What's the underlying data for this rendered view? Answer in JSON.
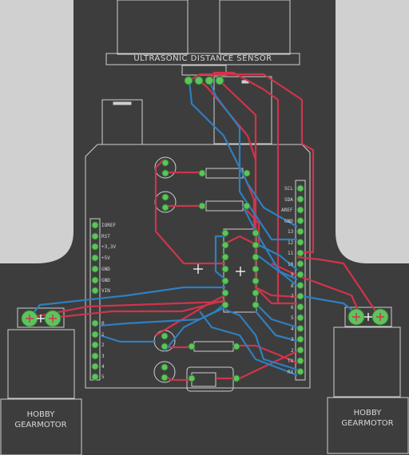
{
  "sensor": {
    "title": "ULTRASONIC DISTANCE SENSOR"
  },
  "motors": {
    "left": {
      "line1": "HOBBY",
      "line2": "GEARMOTOR"
    },
    "right": {
      "line1": "HOBBY",
      "line2": "GEARMOTOR"
    }
  },
  "header_left": {
    "pins": [
      "IOREF",
      "RST",
      "+3,3V",
      "+5V",
      "GND",
      "GND",
      "VIN",
      "0",
      "1",
      "2",
      "3",
      "4",
      "5"
    ]
  },
  "header_right": {
    "pins": [
      "SCL",
      "SDA",
      "AREF",
      "GND",
      "13",
      "12",
      "11",
      "10",
      "9",
      "8",
      "7",
      "6",
      "5",
      "4",
      "3",
      "2",
      "TX",
      "RX"
    ]
  },
  "colors": {
    "board": "#3d3d3d",
    "top_trace": "#d0344c",
    "bottom_trace": "#2f7fc0",
    "pad": "#5ec35e",
    "silk": "#d8d8d8"
  }
}
